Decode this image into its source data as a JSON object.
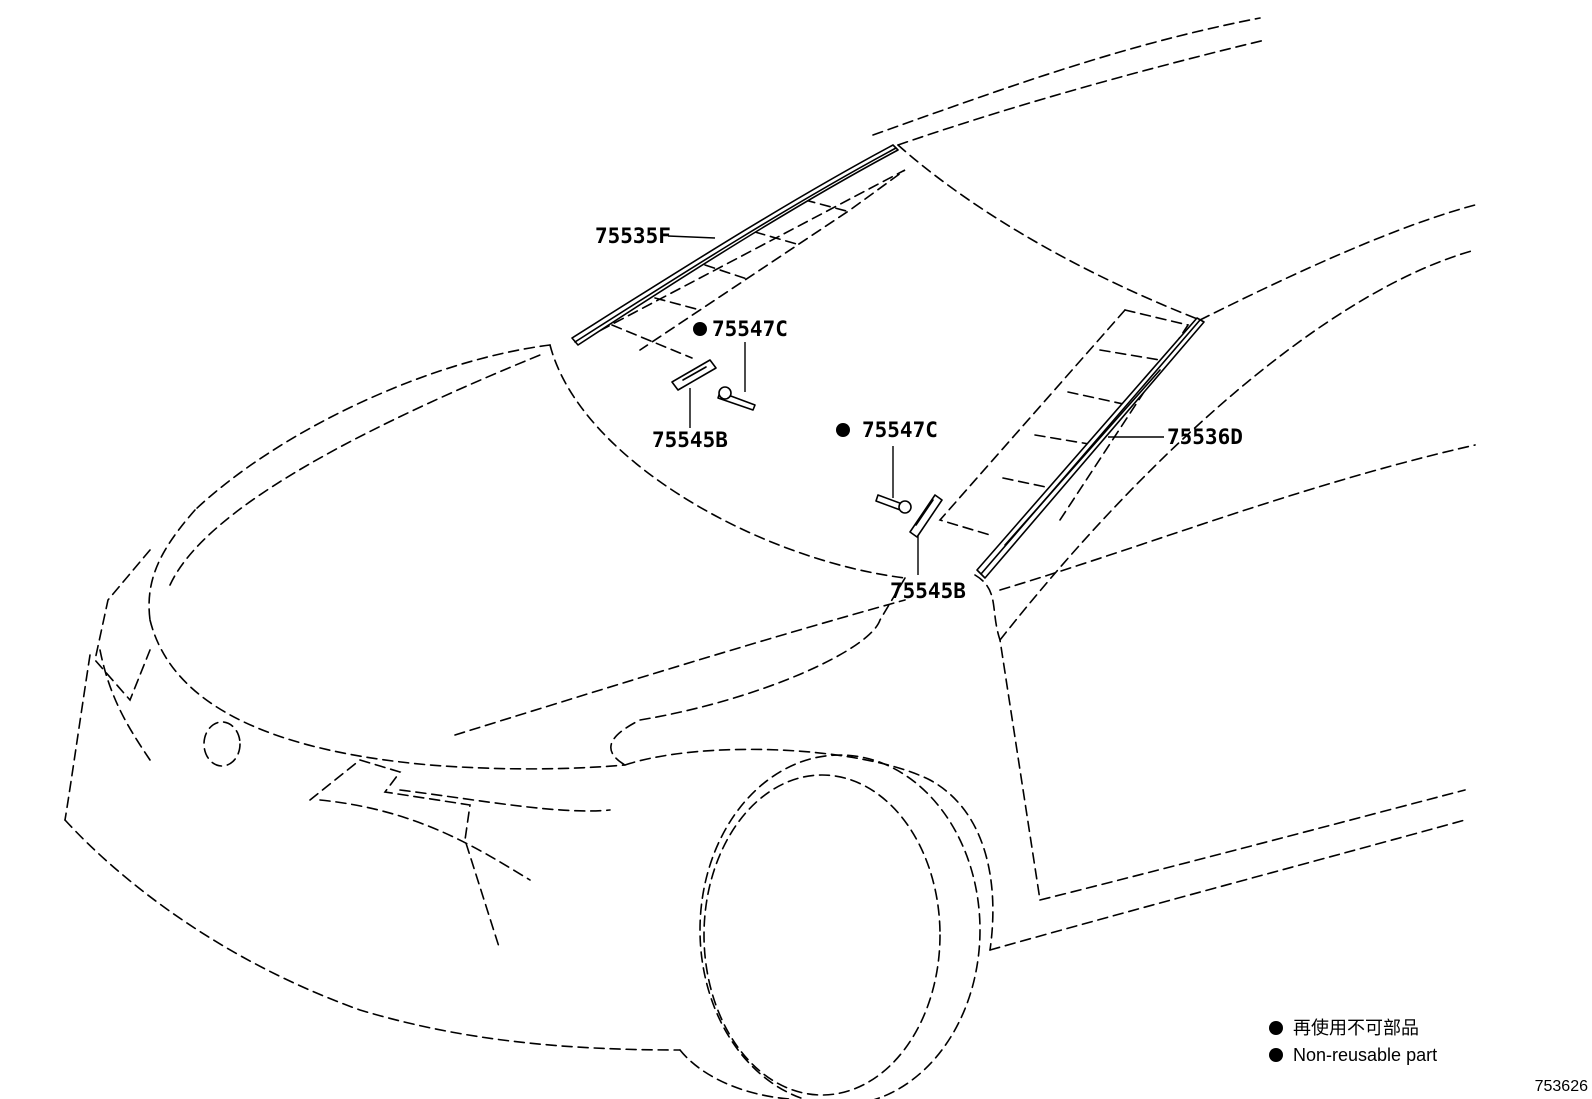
{
  "callouts": {
    "roof_molding": "75535F",
    "clip_upper": "75547C",
    "retainer_upper": "75545B",
    "clip_lower": "75547C",
    "pillar_molding": "75536D",
    "retainer_lower": "75545B"
  },
  "legend": {
    "line_jp": "再使用不可部品",
    "line_en": "Non-reusable part"
  },
  "drawing_number": "753626"
}
